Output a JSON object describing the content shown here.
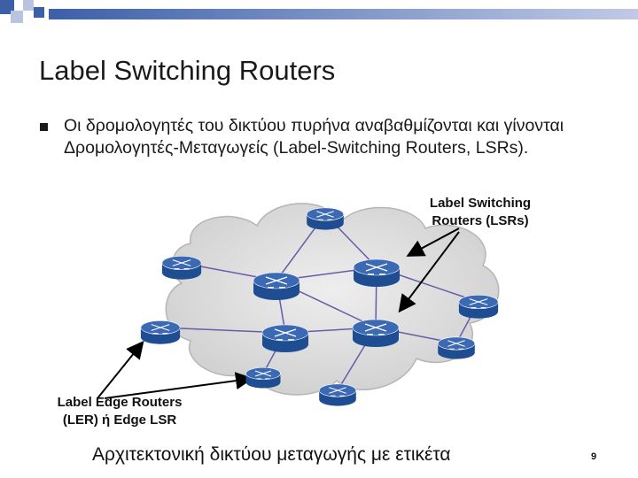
{
  "slide": {
    "title": "Label Switching Routers",
    "bullet": "Οι δρομολογητές του δικτύου πυρήνα αναβαθμίζονται και γίνονται Δρομολογητές-Μεταγωγείς (Label-Switching Routers, LSRs).",
    "footer": "Αρχιτεκτονική δικτύου μεταγωγής με ετικέτα",
    "page_number": "9"
  },
  "diagram": {
    "lsr_label_line1": "Label Switching",
    "lsr_label_line2": "Routers (LSRs)",
    "ler_label_line1": "Label Edge Routers",
    "ler_label_line2": "(LER)  ή Edge LSR",
    "router_icon": "router-icon",
    "colors": {
      "cloud": "#dcdcdc",
      "router_top": "#3c69b4",
      "router_side": "#1e4d91",
      "link": "#6a5aa8",
      "header_blue": "#3d5fa8",
      "header_light": "#b8c4e0"
    }
  }
}
